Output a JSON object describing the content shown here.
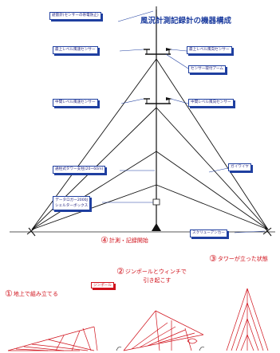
{
  "title": "風況計測記録計の機器構成",
  "labels": {
    "lightning_rod": "避雷針(センサーの帯電防止)",
    "top_speed_sensor": "最上レベル風速センサー",
    "top_direction_sensor": "最上レベル風向センサー",
    "sensor_arm": "センサー取付アーム",
    "mid_speed_sensor": "中間レベル風速センサー",
    "mid_direction_sensor": "中間レベル風向センサー",
    "guy_wire": "ガイワイヤ",
    "tower_pole": "通柱式タワー支柱(20~60m)",
    "logger_line1": "データロガー2000J",
    "logger_line2": "シェルターボックス",
    "screw_anchor": "スクリューアンカー",
    "gin_pole": "ジンポール"
  },
  "steps": {
    "step1": {
      "num": "①",
      "text": "地上で組み立てる"
    },
    "step2": {
      "num": "②",
      "text_line1": "ジンポールとウィンチで",
      "text_line2": "引き起こす"
    },
    "step3": {
      "num": "③",
      "text": "タワーが立った状態"
    },
    "step4": {
      "num": "④",
      "text": "計測・記録開始"
    }
  },
  "colors": {
    "blue": "#1f3fa0",
    "red": "#d0101a",
    "black": "#111111"
  }
}
